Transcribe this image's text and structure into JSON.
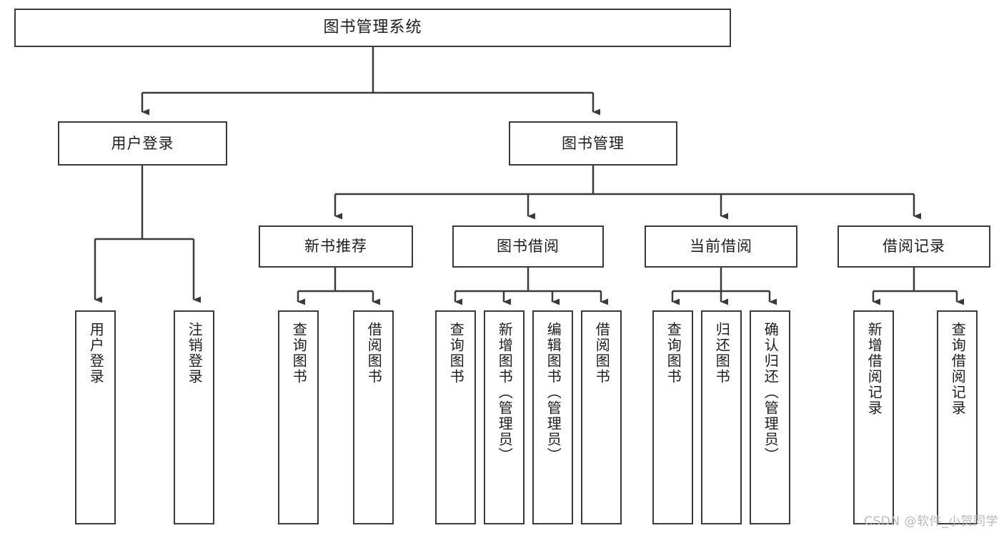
{
  "diagram": {
    "title": "图书管理系统",
    "watermark": "CSDN @软件_小贺同学",
    "line_color": "#3a3a3a",
    "text_color": "#1d1d1d",
    "background": "#ffffff",
    "root": {
      "label": "图书管理系统"
    },
    "level2": [
      {
        "label": "用户登录"
      },
      {
        "label": "图书管理"
      }
    ],
    "level3": [
      {
        "label": "新书推荐"
      },
      {
        "label": "图书借阅"
      },
      {
        "label": "当前借阅"
      },
      {
        "label": "借阅记录"
      }
    ],
    "leaves": {
      "user_login": [
        {
          "label": "用户登录"
        },
        {
          "label": "注销登录"
        }
      ],
      "new_book_recommend": [
        {
          "label": "查询图书"
        },
        {
          "label": "借阅图书"
        }
      ],
      "book_borrow": [
        {
          "label": "查询图书"
        },
        {
          "label": "新增图书（管理员）"
        },
        {
          "label": "编辑图书（管理员）"
        },
        {
          "label": "借阅图书"
        }
      ],
      "current_borrow": [
        {
          "label": "查询图书"
        },
        {
          "label": "归还图书"
        },
        {
          "label": "确认归还（管理员）"
        }
      ],
      "borrow_record": [
        {
          "label": "新增借阅记录"
        },
        {
          "label": "查询借阅记录"
        }
      ]
    }
  }
}
